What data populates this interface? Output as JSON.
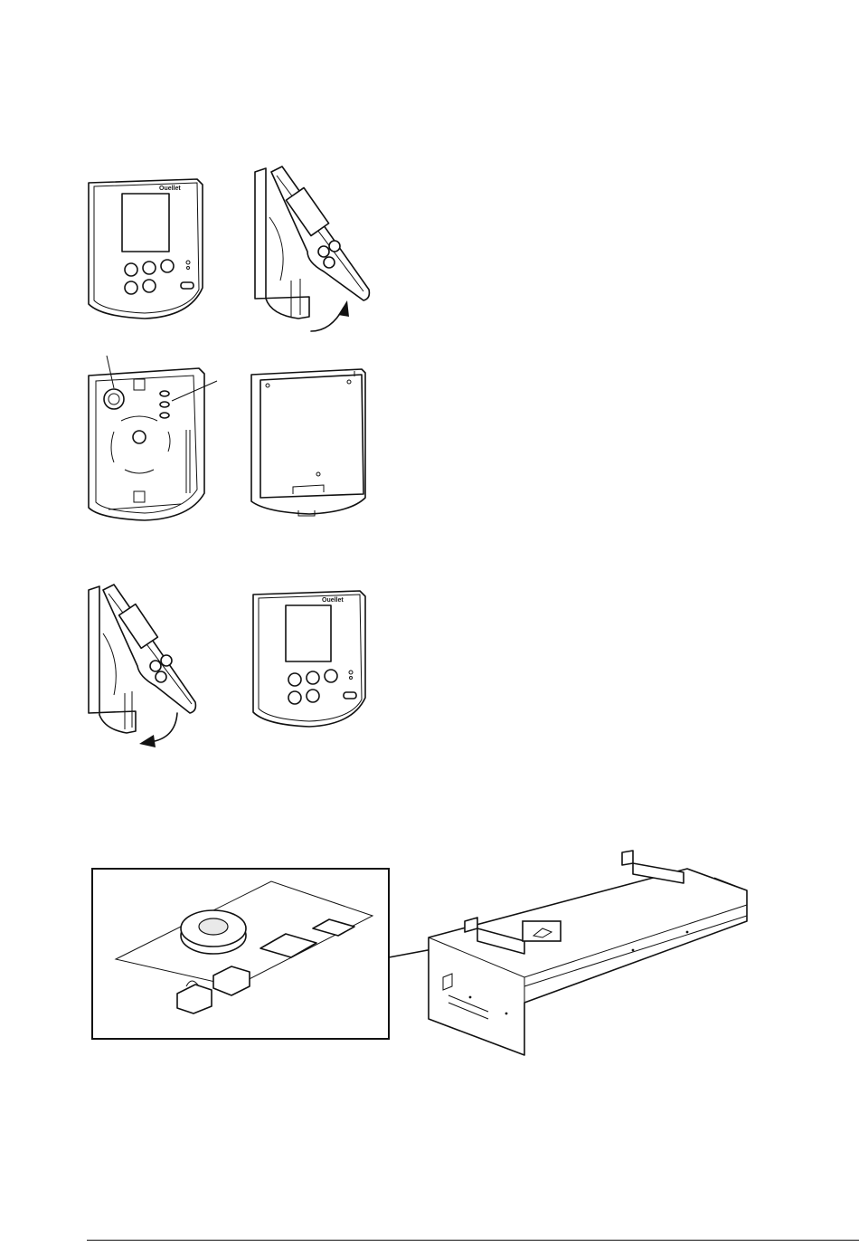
{
  "brand_logo": "Ouellet",
  "figures": [
    {
      "id": "front-view"
    },
    {
      "id": "cover-lift"
    },
    {
      "id": "base-open"
    },
    {
      "id": "base-back"
    },
    {
      "id": "cover-close"
    },
    {
      "id": "front-view-assembled"
    }
  ],
  "detail_figure": {
    "id": "heater-thermostat-detail"
  },
  "icons": [
    "arrow-icon",
    "callout-line-icon"
  ]
}
